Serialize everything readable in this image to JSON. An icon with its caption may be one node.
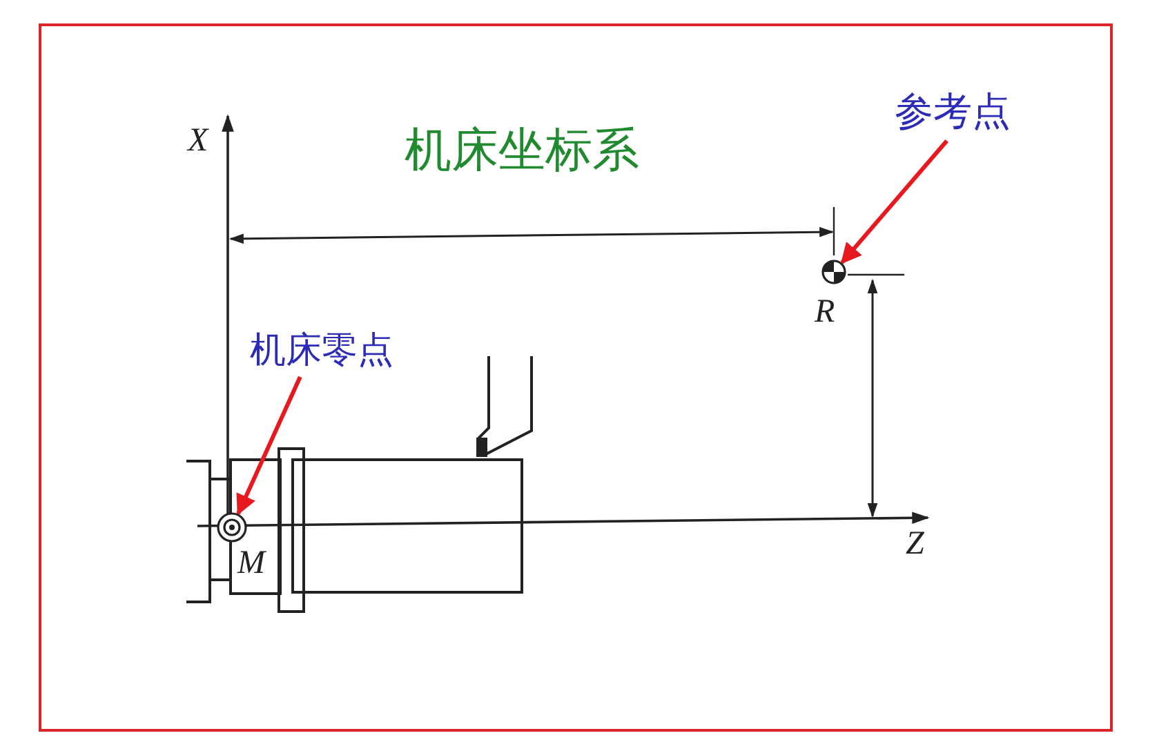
{
  "diagram": {
    "nodes": [
      {
        "text": [
          "参考点"
        ]
      },
      {
        "text": [],
        "shape": "circle"
      },
      {
        "text": [
          "机床零点"
        ]
      },
      {
        "text": [],
        "shape": "circle"
      }
    ],
    "edges": [
      {
        "from": 0,
        "to": 1,
        "arrow": "to"
      },
      {
        "from": 2,
        "to": 3,
        "arrow": "to"
      }
    ],
    "labels": [
      "X",
      "机床坐标系",
      "R",
      "M",
      "Z"
    ]
  }
}
